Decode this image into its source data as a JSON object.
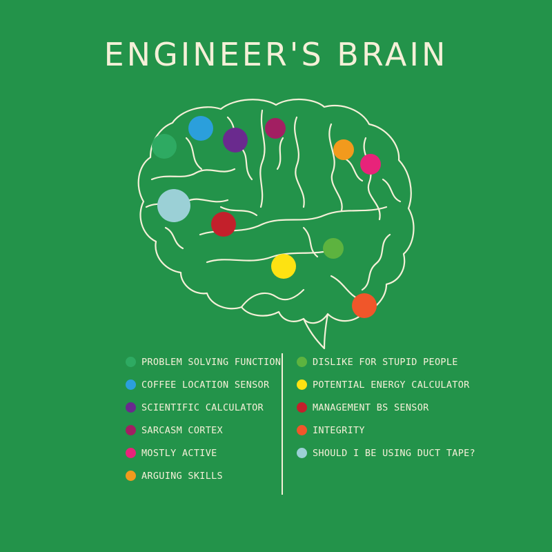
{
  "title": "ENGINEER'S BRAIN",
  "colors": {
    "background": "#23934a",
    "outline": "#f5f0d8"
  },
  "legend_left": [
    {
      "label": "PROBLEM SOLVING FUNCTION",
      "color": "#2eaa62"
    },
    {
      "label": "COFFEE LOCATION SENSOR",
      "color": "#2b9fdc"
    },
    {
      "label": "SCIENTIFIC CALCULATOR",
      "color": "#6a2a8e"
    },
    {
      "label": "SARCASM CORTEX",
      "color": "#a21f62"
    },
    {
      "label": "MOSTLY ACTIVE",
      "color": "#e8237a"
    },
    {
      "label": "ARGUING SKILLS",
      "color": "#f29a1d"
    }
  ],
  "legend_right": [
    {
      "label": "DISLIKE FOR STUPID PEOPLE",
      "color": "#5db33f"
    },
    {
      "label": "POTENTIAL ENERGY CALCULATOR",
      "color": "#fde212"
    },
    {
      "label": "MANAGEMENT BS SENSOR",
      "color": "#c3202b"
    },
    {
      "label": "INTEGRITY",
      "color": "#f0562a"
    },
    {
      "label": "SHOULD I BE USING DUCT TAPE?",
      "color": "#9bd0d6"
    }
  ]
}
